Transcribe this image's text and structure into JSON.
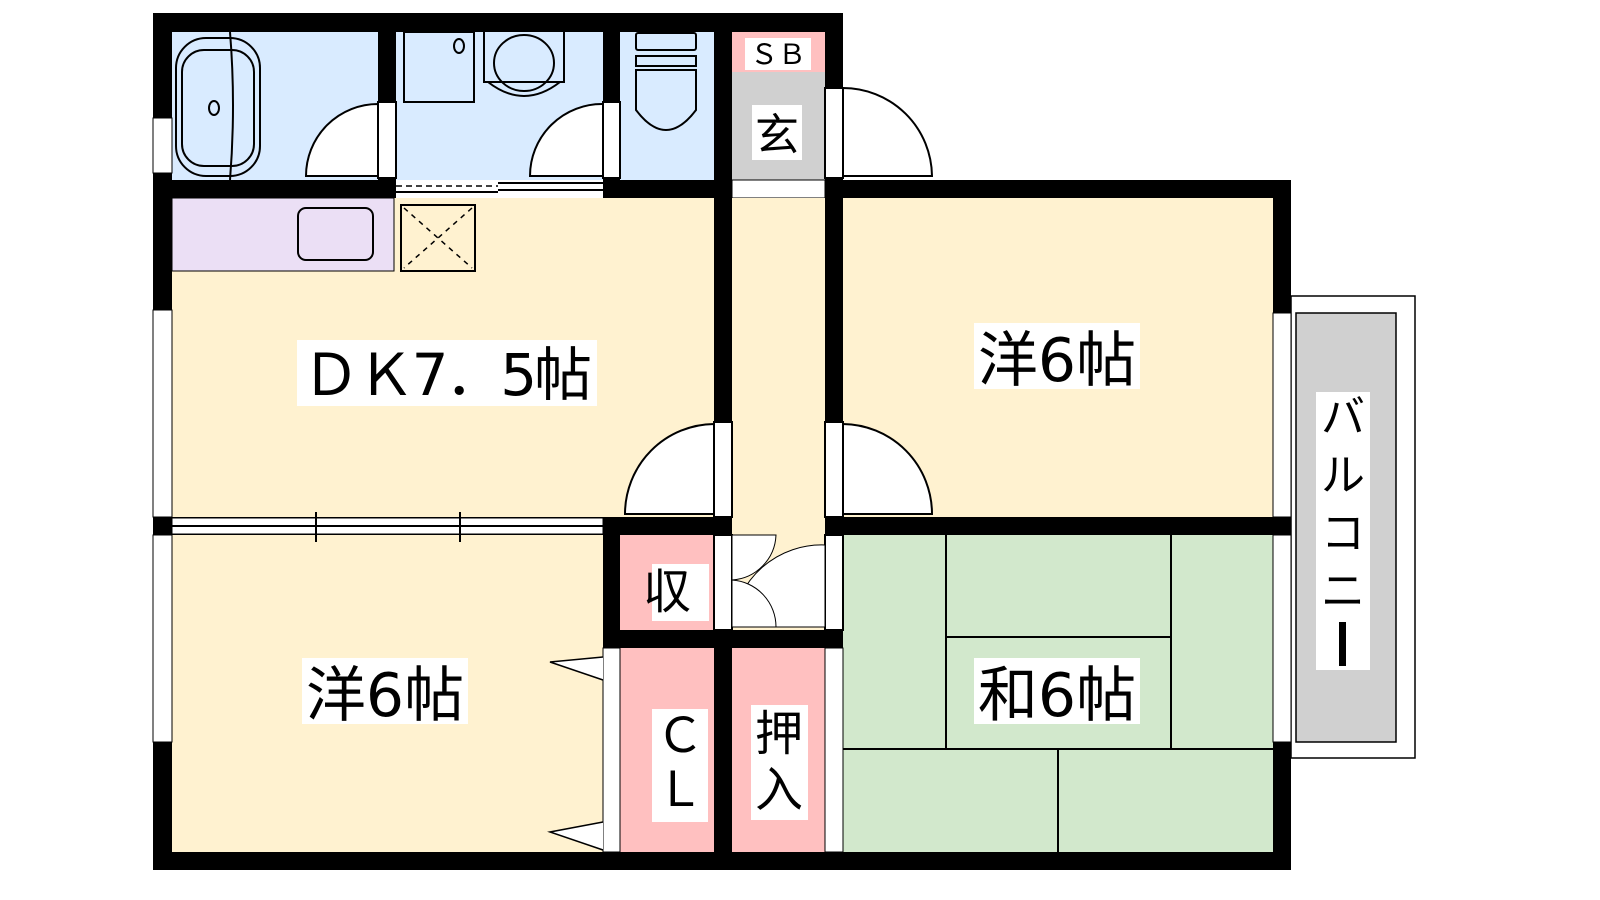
{
  "rooms": {
    "dk": "ＤＫ7．5帖",
    "western_right": "洋6帖",
    "western_left": "洋6帖",
    "japanese": "和6帖",
    "genkan": "玄",
    "shoe_box": "ＳＢ",
    "storage": "収",
    "closet_c": "Ｃ",
    "closet_l": "Ｌ",
    "oshiire_1": "押",
    "oshiire_2": "入",
    "balcony": [
      "バ",
      "ル",
      "コ",
      "ニ",
      "ー"
    ]
  },
  "colors": {
    "wall": "#000000",
    "wet_area": "#d9ebff",
    "living": "#fff2d0",
    "kitchen": "#ebdff5",
    "storage": "#ffc0c0",
    "genkan": "#d0d0d0",
    "tatami": "#d2e8cc",
    "balcony": "#d0d0d0"
  }
}
